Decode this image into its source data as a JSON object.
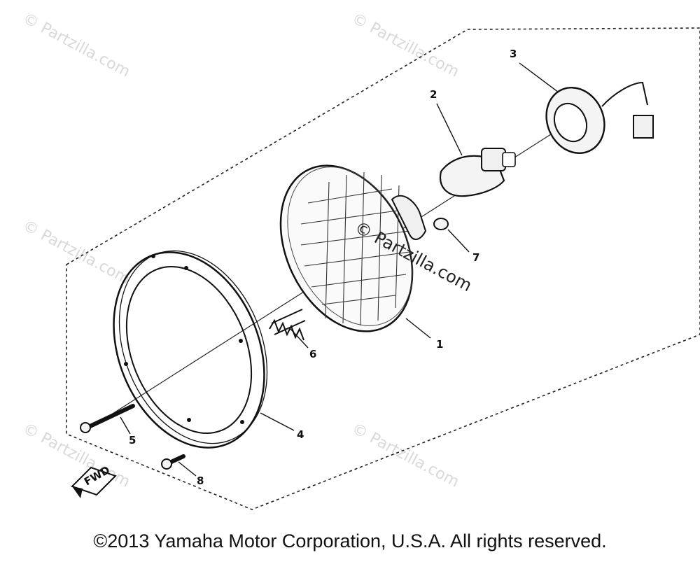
{
  "watermark": {
    "text": "© Partzilla.com"
  },
  "callouts": {
    "c1": "1",
    "c2": "2",
    "c3": "3",
    "c4": "4",
    "c5": "5",
    "c6": "6",
    "c7": "7",
    "c8": "8"
  },
  "fwd_label": "FWD",
  "copyright": "©2013 Yamaha Motor Corporation, U.S.A. All rights reserved."
}
